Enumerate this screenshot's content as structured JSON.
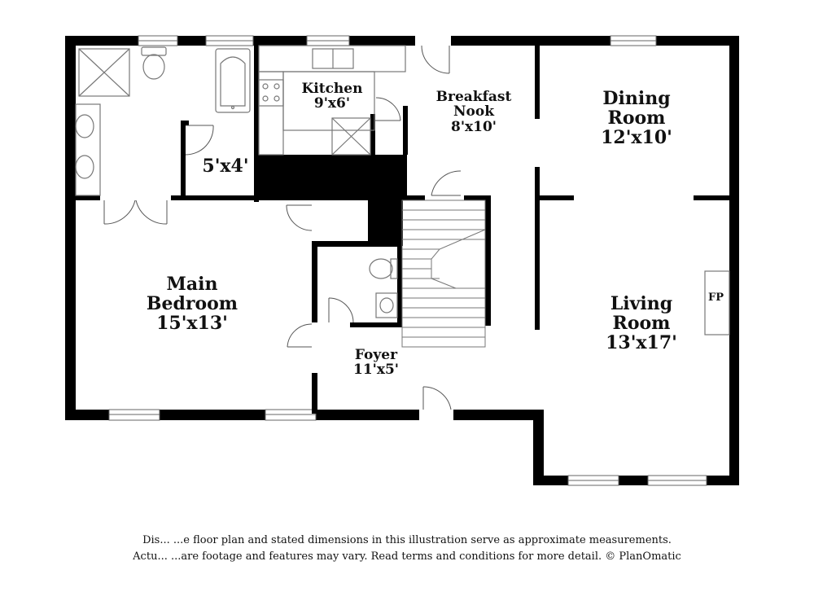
{
  "rooms": {
    "kitchen": {
      "name": "Kitchen",
      "dims": "9'x6'"
    },
    "breakfast_nook": {
      "name": "Breakfast Nook",
      "dims": "8'x10'"
    },
    "dining_room": {
      "name": "Dining Room",
      "dims": "12'x10'"
    },
    "closet": {
      "dims": "5'x4'"
    },
    "main_bedroom": {
      "name": "Main Bedroom",
      "dims": "15'x13'"
    },
    "living_room": {
      "name": "Living Room",
      "dims": "13'x17'"
    },
    "foyer": {
      "name": "Foyer",
      "dims": "11'x5'"
    }
  },
  "fireplace_label": "FP",
  "disclaimer": {
    "line1": "Dis... ...e floor plan and stated dimensions in this illustration serve as approximate measurements.",
    "line2": "Actu... ...are footage and features may vary. Read terms and conditions for more detail. © PlanOmatic"
  },
  "colors": {
    "wall": "#000000",
    "fixture": "#777777",
    "background": "#ffffff"
  }
}
